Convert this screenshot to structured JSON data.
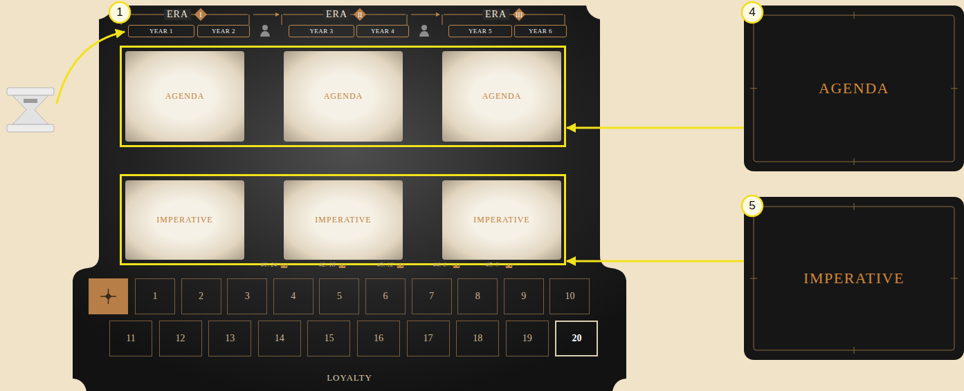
{
  "diagram": {
    "nodes": [
      {
        "text": [
          "1"
        ]
      },
      {
        "text": [
          "LOYALTY"
        ]
      },
      {
        "text": [
          "ERA",
          "I"
        ],
        "in": 1
      },
      {
        "text": [
          "YEAR 1"
        ],
        "in": 1
      },
      {
        "text": [
          "YEAR 2"
        ],
        "in": 1
      },
      {
        "text": [
          "ERA",
          "II"
        ],
        "in": 1
      },
      {
        "text": [
          "YEAR 3"
        ],
        "in": 1
      },
      {
        "text": [
          "YEAR 4"
        ],
        "in": 1
      },
      {
        "text": [
          "ERA",
          "III"
        ],
        "in": 1
      },
      {
        "text": [
          "YEAR 5"
        ],
        "in": 1
      },
      {
        "text": [
          "YEAR 6"
        ],
        "in": 1
      },
      {
        "text": [],
        "in": 1
      },
      {
        "text": [
          "AGENDA"
        ],
        "in": 11
      },
      {
        "text": [
          "AGENDA"
        ],
        "in": 11
      },
      {
        "text": [
          "AGENDA"
        ],
        "in": 11
      },
      {
        "text": [],
        "in": 1
      },
      {
        "text": [
          "IMPERATIVE"
        ],
        "in": 15
      },
      {
        "text": [
          "IMPERATIVE"
        ],
        "in": 15
      },
      {
        "text": [
          "IMPERATIVE"
        ],
        "in": 15
      },
      {
        "text": [
          "1"
        ],
        "in": 1
      },
      {
        "text": [
          "2"
        ],
        "in": 1
      },
      {
        "text": [
          "3"
        ],
        "in": 1
      },
      {
        "text": [
          "4"
        ],
        "in": 1
      },
      {
        "text": [
          "5"
        ],
        "in": 1
      },
      {
        "text": [
          "6"
        ],
        "in": 1
      },
      {
        "text": [
          "7"
        ],
        "in": 1
      },
      {
        "text": [
          "8"
        ],
        "in": 1
      },
      {
        "text": [
          "9"
        ],
        "in": 1
      },
      {
        "text": [
          "10"
        ],
        "in": 1
      },
      {
        "text": [
          "11"
        ],
        "in": 1
      },
      {
        "text": [
          "12"
        ],
        "in": 1
      },
      {
        "text": [
          "13"
        ],
        "in": 1
      },
      {
        "text": [
          "14"
        ],
        "in": 1
      },
      {
        "text": [
          "15"
        ],
        "in": 1
      },
      {
        "text": [
          "16"
        ],
        "in": 1
      },
      {
        "text": [
          "17"
        ],
        "in": 1
      },
      {
        "text": [
          "18"
        ],
        "in": 1
      },
      {
        "text": [
          "19"
        ],
        "in": 1
      },
      {
        "text": [
          "20"
        ],
        "in": 1
      },
      {
        "text": [
          "4"
        ]
      },
      {
        "text": [
          "AGENDA"
        ]
      },
      {
        "text": [
          "5"
        ]
      },
      {
        "text": [
          "IMPERATIVE"
        ]
      }
    ],
    "edges": [
      {
        "from": 40,
        "to": 11,
        "arrow": "to"
      },
      {
        "from": 42,
        "to": 15,
        "arrow": "to"
      }
    ],
    "labels": [
      "#1: 24",
      "#2: 18",
      "#3: 12",
      "#4: 6",
      "#5: 3"
    ]
  }
}
